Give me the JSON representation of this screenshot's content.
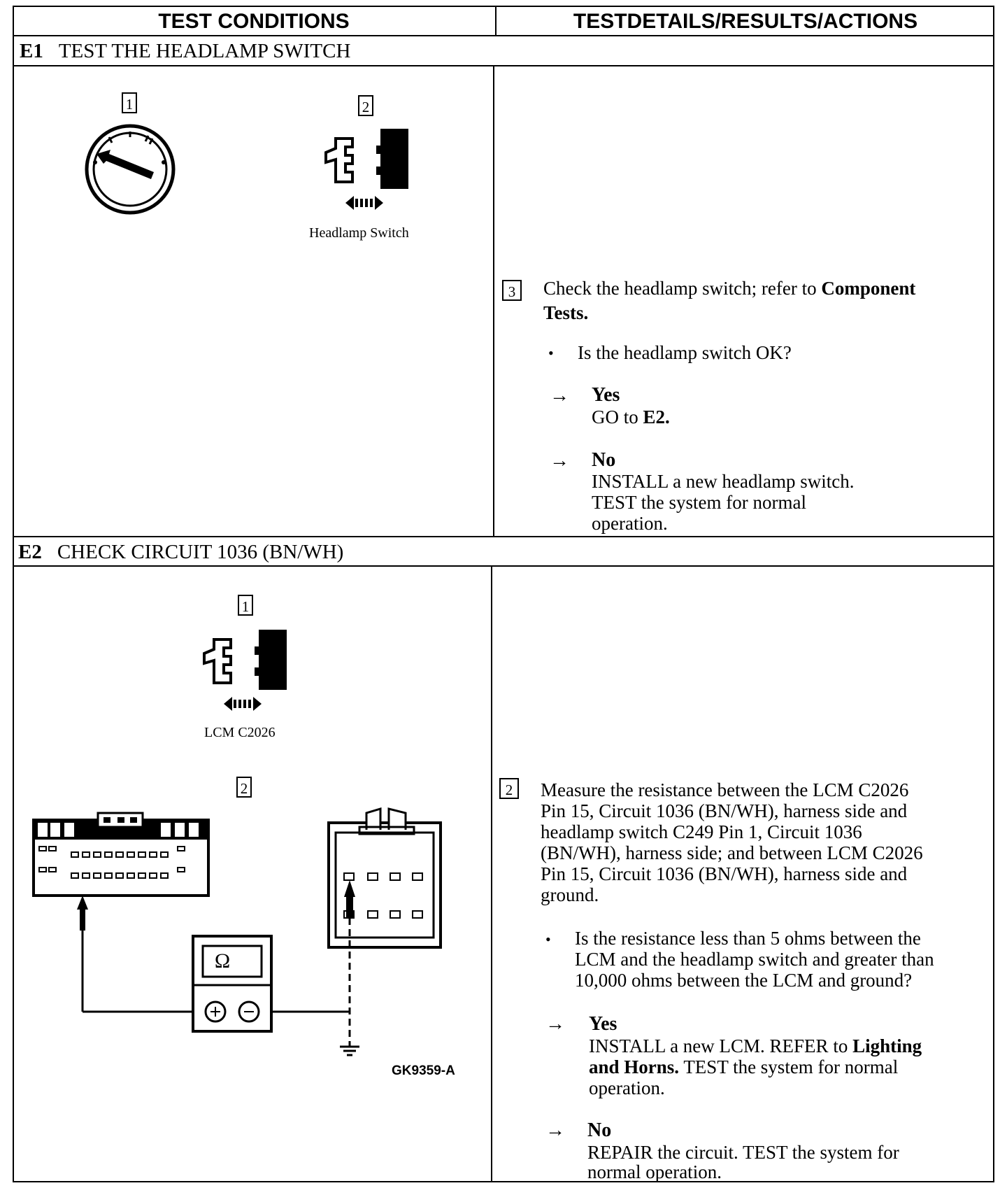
{
  "headers": {
    "left": "TEST CONDITIONS",
    "right": "TESTDETAILS/RESULTS/ACTIONS"
  },
  "e1": {
    "code": "E1",
    "title": "TEST THE HEADLAMP SWITCH",
    "step1": "1",
    "step2": "2",
    "switch_caption": "Headlamp Switch",
    "step3": "3",
    "instruction_a": "Check the headlamp switch; refer to",
    "instruction_b": "Component",
    "instruction_c": "Tests.",
    "question": "Is the headlamp switch OK?",
    "yes_label": "Yes",
    "yes_action_a": "GO to",
    "yes_action_b": "E2.",
    "no_label": "No",
    "no_action_1": "INSTALL a new headlamp switch.",
    "no_action_2": "TEST the system for normal",
    "no_action_3": "operation."
  },
  "e2": {
    "code": "E2",
    "title": "CHECK CIRCUIT 1036 (BN/WH)",
    "step1": "1",
    "connector_caption": "LCM C2026",
    "step2": "2",
    "meter_symbol": "Ω",
    "figure_id": "GK9359-A",
    "step_r": "2",
    "instruction_1": "Measure the resistance between the LCM C2026",
    "instruction_2": "Pin 15, Circuit 1036 (BN/WH), harness side and",
    "instruction_3": "headlamp switch C249 Pin 1, Circuit 1036",
    "instruction_4": "(BN/WH), harness side; and between LCM C2026",
    "instruction_5": "Pin 15, Circuit 1036 (BN/WH), harness side and",
    "instruction_6": "ground.",
    "question_1": "Is the resistance less than 5 ohms between the",
    "question_2": "LCM and the headlamp switch and greater than",
    "question_3": "10,000 ohms between the LCM and ground?",
    "yes_label": "Yes",
    "yes_action_1a": "INSTALL a new LCM. REFER to",
    "yes_action_1b": "Lighting",
    "yes_action_2a": "and Horns.",
    "yes_action_2b": "TEST the system for normal",
    "yes_action_3": "operation.",
    "no_label": "No",
    "no_action_1": "REPAIR the circuit. TEST the system for",
    "no_action_2": "normal operation."
  }
}
